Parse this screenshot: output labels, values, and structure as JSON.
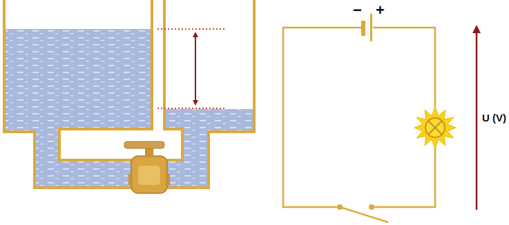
{
  "diagram": {
    "labels": [
      "−",
      "+",
      "U (V)"
    ]
  }
}
